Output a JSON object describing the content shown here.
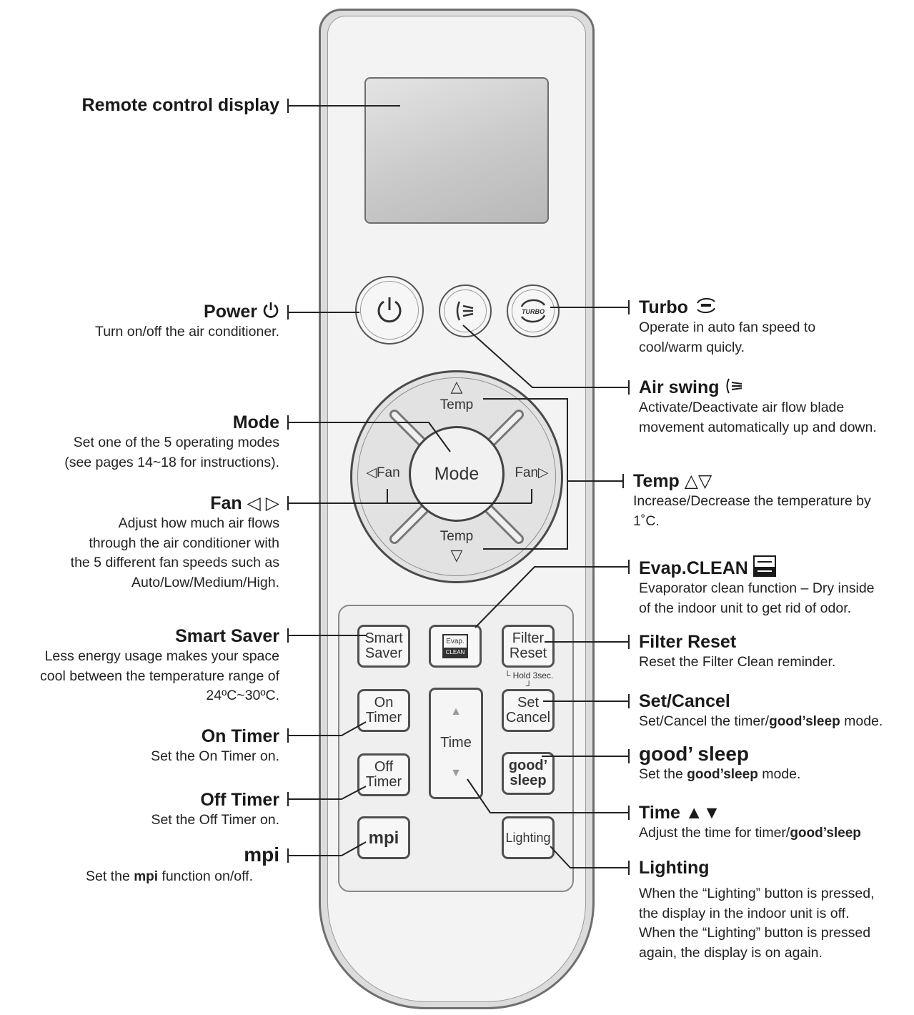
{
  "remote": {
    "temp_up_arrow": "△",
    "temp_down_arrow": "▽",
    "temp_top_label": "Temp",
    "temp_bottom_label": "Temp",
    "fan_left_label": "◁Fan",
    "fan_right_label": "Fan▷",
    "mode_label": "Mode",
    "turbo_badge": "TURBO",
    "smart_saver_lines": [
      "Smart",
      "Saver"
    ],
    "evap_icon_top": "Evap.",
    "evap_icon_bottom": "CLEAN",
    "filter_reset_lines": [
      "Filter",
      "Reset"
    ],
    "hold_note": "└ Hold 3sec. ┘",
    "on_timer_lines": [
      "On",
      "Timer"
    ],
    "off_timer_lines": [
      "Off",
      "Timer"
    ],
    "set_cancel_lines": [
      "Set",
      "Cancel"
    ],
    "good_sleep_lines": [
      "good’",
      "sleep"
    ],
    "time_label": "Time",
    "time_up_arrow": "▲",
    "time_down_arrow": "▼",
    "mpi_label": "mpi",
    "lighting_label": "Lighting"
  },
  "callouts": {
    "display": {
      "title": "Remote control display"
    },
    "power": {
      "title": "Power",
      "desc": "Turn on/off the air conditioner."
    },
    "mode": {
      "title": "Mode",
      "desc": [
        "Set one of the 5 operating modes",
        "(see pages 14~18 for instructions)."
      ]
    },
    "fan": {
      "title": "Fan ◁ ▷",
      "desc": [
        "Adjust how much air flows",
        "through the air conditioner with",
        "the 5 different fan speeds such as",
        "Auto/Low/Medium/High."
      ]
    },
    "smart_saver": {
      "title": "Smart Saver",
      "desc": [
        "Less energy usage makes your space",
        "cool between the temperature range of",
        "24ºC~30ºC."
      ]
    },
    "on_timer": {
      "title": "On Timer",
      "desc": "Set the On Timer on."
    },
    "off_timer": {
      "title": "Off Timer",
      "desc": "Set the Off Timer on."
    },
    "mpi": {
      "title": "mpi",
      "desc_before": "Set the ",
      "desc_mark": "mpi",
      "desc_after": " function on/off."
    },
    "turbo": {
      "title": "Turbo",
      "desc": [
        "Operate in auto fan speed to",
        "cool/warm quicly."
      ]
    },
    "air_swing": {
      "title": "Air swing",
      "desc": [
        "Activate/Deactivate air flow blade",
        "movement automatically up and down."
      ]
    },
    "temp": {
      "title": "Temp △▽",
      "desc": [
        "Increase/Decrease the temperature by",
        "1˚C."
      ]
    },
    "evap_clean": {
      "title": "Evap.CLEAN",
      "desc": [
        "Evaporator clean function – Dry inside",
        "of the indoor unit to get rid of odor."
      ]
    },
    "filter_reset": {
      "title": "Filter Reset",
      "desc": "Reset the Filter Clean reminder."
    },
    "set_cancel": {
      "title": "Set/Cancel",
      "desc_before": "Set/Cancel the timer/",
      "desc_mark": "good’sleep",
      "desc_after": " mode."
    },
    "good_sleep": {
      "title": "good’ sleep",
      "desc_before": "Set the ",
      "desc_mark": "good’sleep",
      "desc_after": " mode."
    },
    "time": {
      "title": "Time ▲▼",
      "desc_before": "Adjust the time for timer/",
      "desc_mark": "good’sleep",
      "desc_after": ""
    },
    "lighting": {
      "title": "Lighting",
      "desc": [
        "When the “Lighting” button is pressed,",
        "the display in the indoor unit is off.",
        "When  the “Lighting” button is pressed",
        "again, the display is on again."
      ]
    }
  }
}
